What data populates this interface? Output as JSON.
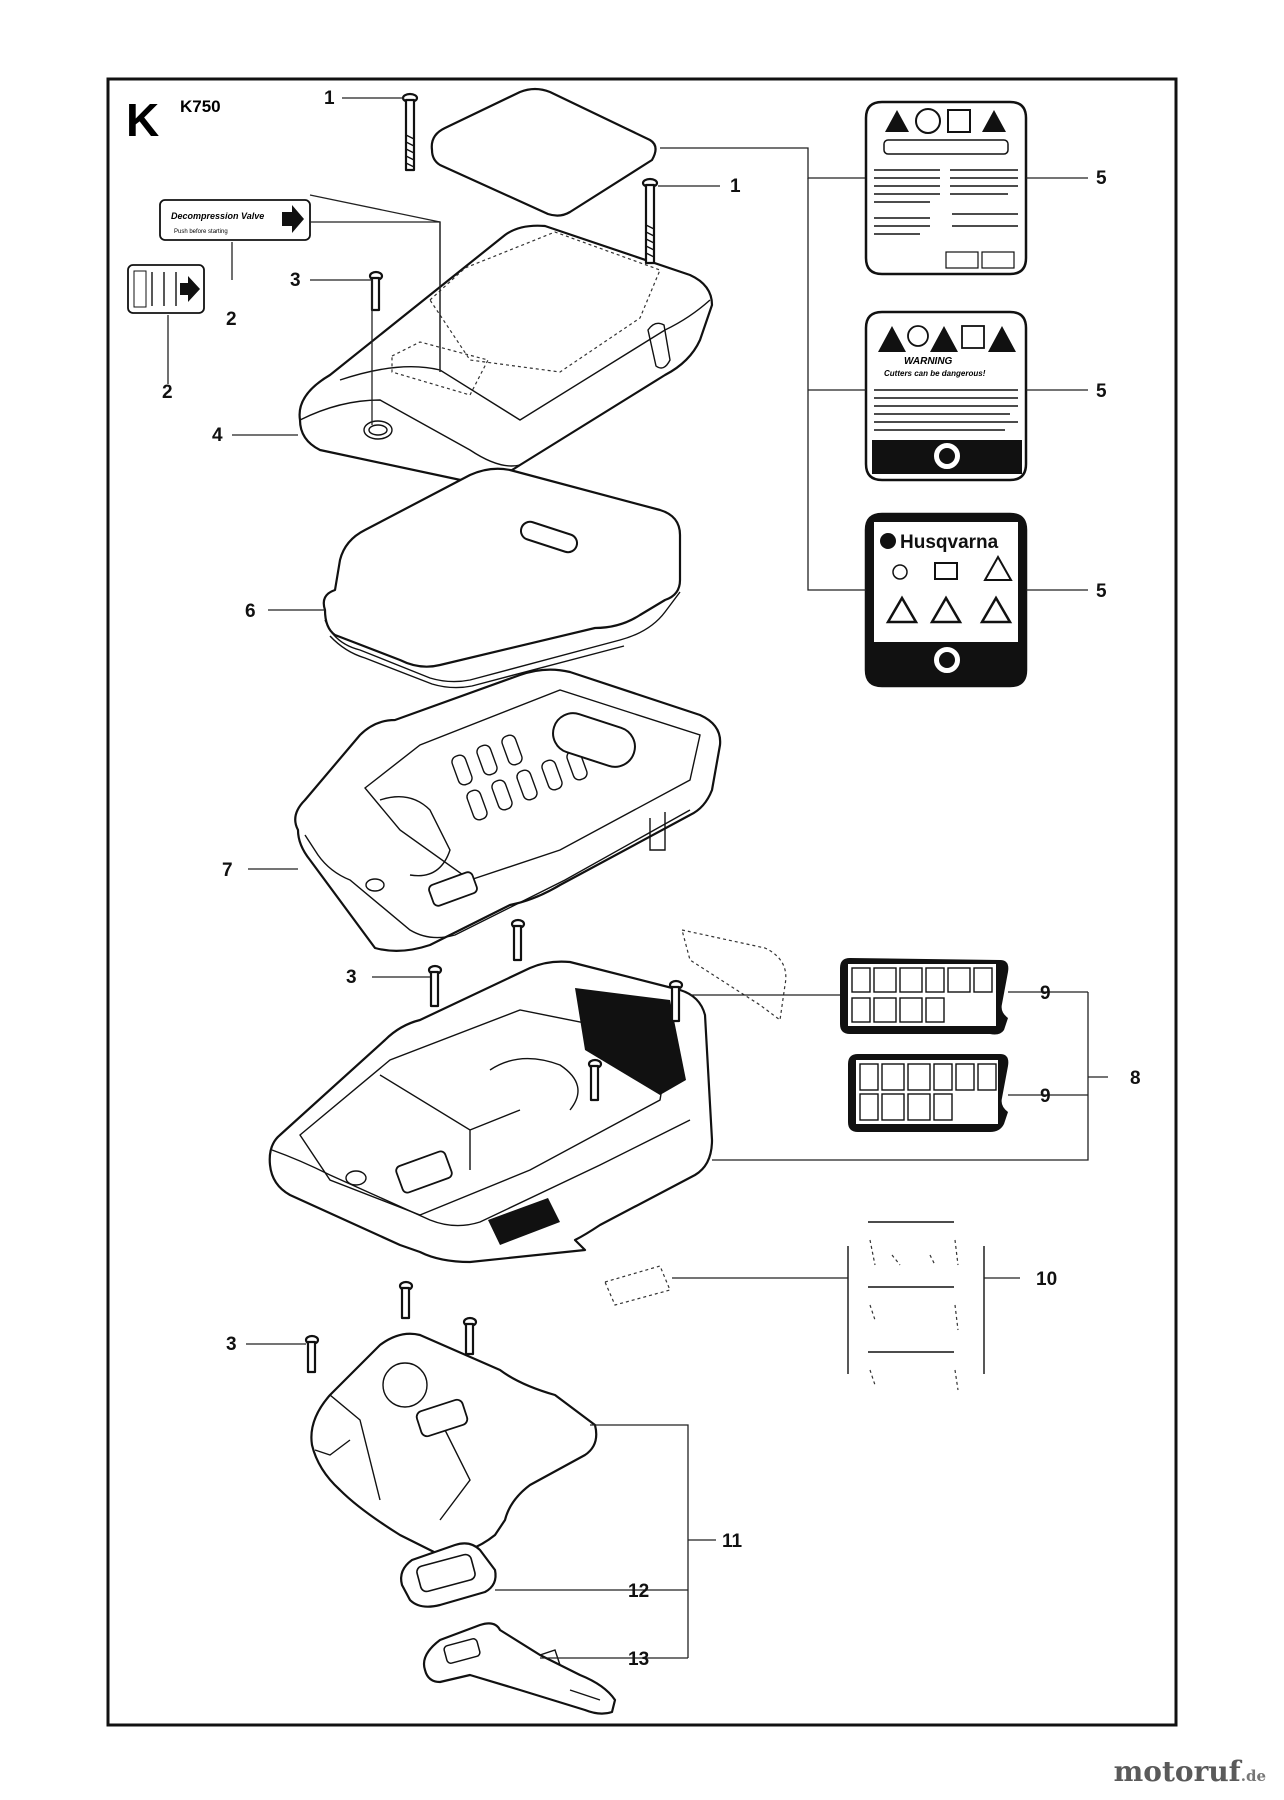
{
  "header": {
    "section_letter": "K",
    "model": "K750"
  },
  "labels": {
    "decompression_title": "Decompression Valve",
    "decompression_sub": "Push before starting",
    "husqvarna_brand": "Husqvarna",
    "warning_title": "WARNING",
    "warning_sub": "Cutters can be dangerous!"
  },
  "callouts": [
    "1",
    "1",
    "2",
    "2",
    "3",
    "3",
    "3",
    "4",
    "5",
    "5",
    "5",
    "6",
    "7",
    "8",
    "9",
    "9",
    "10",
    "11",
    "12",
    "13"
  ],
  "watermark": {
    "name": "motoruf",
    "tld": ".de"
  }
}
